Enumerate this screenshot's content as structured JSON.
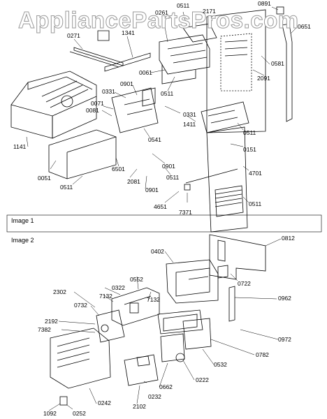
{
  "watermark": "AppliancePartsPros.com",
  "panels": [
    {
      "label": "Image 1"
    },
    {
      "label": "Image 2"
    }
  ],
  "callouts_image1": [
    "0891",
    "0511",
    "2171",
    "0261",
    "0651",
    "0271",
    "1341",
    "0581",
    "2091",
    "0061",
    "0511",
    "0901",
    "0331",
    "0331",
    "1411",
    "0071",
    "0081",
    "0541",
    "0511",
    "0151",
    "1141",
    "0051",
    "0511",
    "6501",
    "2081",
    "0901",
    "0901",
    "0511",
    "4701",
    "4651",
    "7371",
    "0511"
  ],
  "callouts_image2": [
    "0812",
    "0402",
    "0722",
    "0552",
    "0322",
    "2302",
    "7132",
    "7132",
    "0732",
    "0962",
    "2192",
    "7382",
    "0972",
    "0782",
    "0532",
    "0222",
    "0662",
    "0232",
    "0242",
    "2102",
    "1092",
    "0252"
  ]
}
